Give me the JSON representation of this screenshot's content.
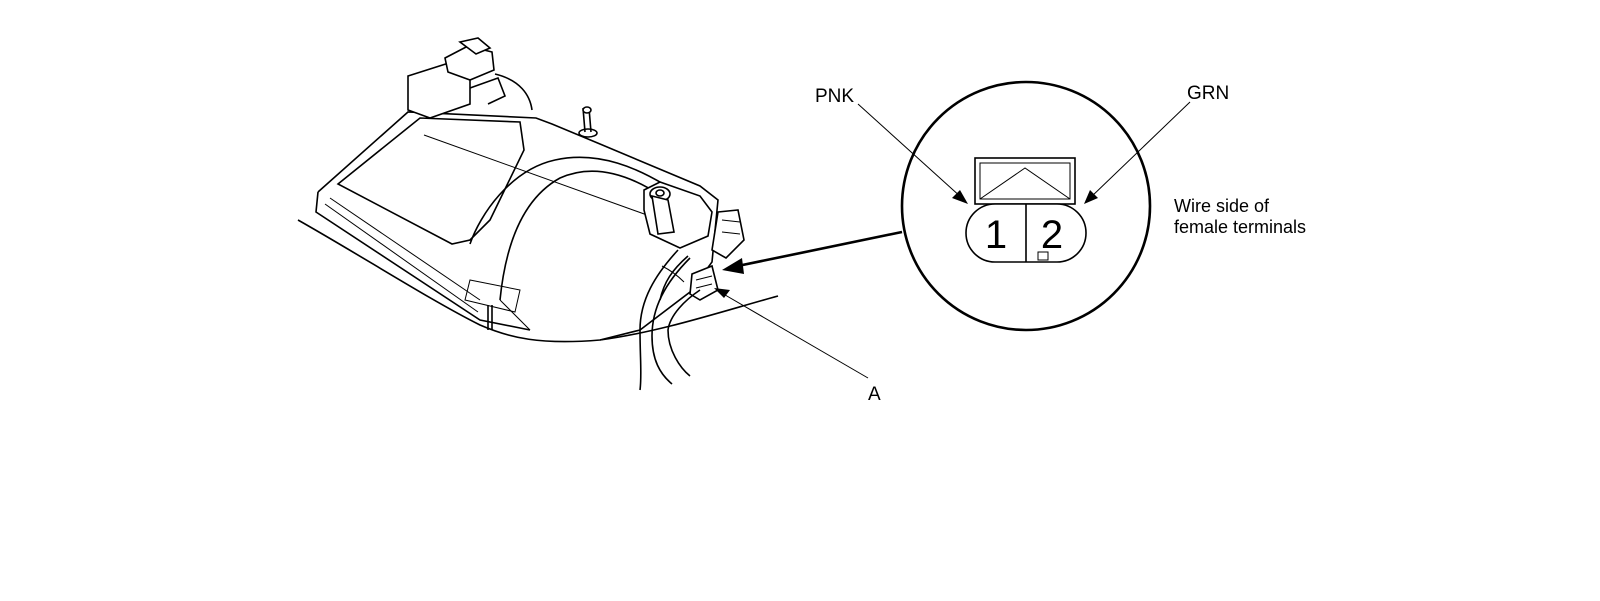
{
  "callouts": {
    "left_wire": "PNK",
    "right_wire": "GRN",
    "part": "A"
  },
  "connector": {
    "pin_left": "1",
    "pin_right": "2"
  },
  "note": {
    "line1": "Wire side of",
    "line2": "female terminals"
  }
}
